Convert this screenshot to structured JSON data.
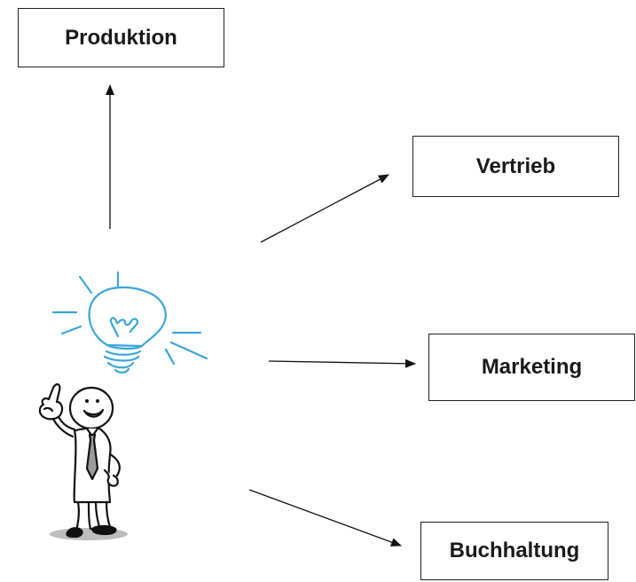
{
  "boxes": {
    "produktion": "Produktion",
    "vertrieb": "Vertrieb",
    "marketing": "Marketing",
    "buchhaltung": "Buchhaltung"
  },
  "icons": {
    "idea_person": "person-with-lightbulb-icon",
    "lightbulb": "lightbulb-icon"
  },
  "colors": {
    "lightbulb": "#3aa6d8",
    "lines": "#111111",
    "shadow": "#bdbdbd",
    "tie": "#9a9a9a"
  }
}
